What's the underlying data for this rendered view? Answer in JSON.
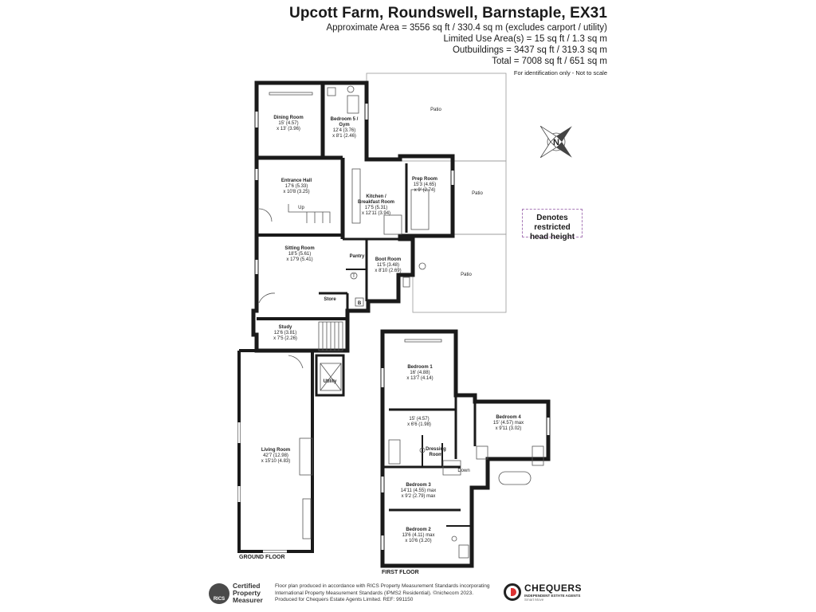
{
  "header": {
    "title": "Upcott Farm, Roundswell, Barnstaple, EX31",
    "lines": [
      "Approximate Area = 3556 sq ft / 330.4 sq m (excludes carport / utility)",
      "Limited Use Area(s) = 15 sq ft / 1.3 sq m",
      "Outbuildings = 3437 sq ft / 319.3 sq m",
      "Total = 7008 sq ft / 651 sq m"
    ],
    "note": "For identification only - Not to scale"
  },
  "legend": {
    "line1": "Denotes restricted",
    "line2": "head height"
  },
  "compass": {
    "letter": "N"
  },
  "ground_floor": {
    "label": "GROUND FLOOR",
    "patios": [
      "Patio",
      "Patio",
      "Patio"
    ],
    "rooms": {
      "dining": [
        "Dining Room",
        "15' (4.57)",
        "x 13' (3.96)"
      ],
      "bed5": [
        "Bedroom 5 /",
        "Gym",
        "12'4 (3.76)",
        "x 8'1 (2.46)"
      ],
      "hall": [
        "Entrance Hall",
        "17'6 (5.33)",
        "x 10'8 (3.25)"
      ],
      "kitchen": [
        "Kitchen /",
        "Breakfast Room",
        "17'5 (5.31)",
        "x 12'11 (3.94)"
      ],
      "prep": [
        "Prep Room",
        "15'3 (4.65)",
        "x 9' (2.74)"
      ],
      "sitting": [
        "Sitting Room",
        "18'5 (5.61)",
        "x 17'9 (5.41)"
      ],
      "boot": [
        "Boot Room",
        "11'5 (3.48)",
        "x 8'10 (2.69)"
      ],
      "study": [
        "Study",
        "12'6 (3.81)",
        "x 7'5 (2.26)"
      ],
      "living": [
        "Living Room",
        "42'7 (12.98)",
        "x 15'10 (4.83)"
      ]
    },
    "small": {
      "up": "Up",
      "pantry": "Pantry",
      "store": "Store",
      "utility": "Utility",
      "t": "T",
      "b": "B"
    }
  },
  "first_floor": {
    "label": "FIRST FLOOR",
    "rooms": {
      "bed1": [
        "Bedroom 1",
        "16' (4.88)",
        "x 13'7 (4.14)"
      ],
      "landing": [
        "15' (4.57)",
        "x 6'6 (1.98)"
      ],
      "bed4": [
        "Bedroom 4",
        "15' (4.57) max",
        "x 9'11 (3.02)"
      ],
      "dressing": [
        "Dressing",
        "Room"
      ],
      "bed3": [
        "Bedroom 3",
        "14'11 (4.55) max",
        "x 9'2 (2.79) max"
      ],
      "bed2": [
        "Bedroom 2",
        "13'6 (4.11) max",
        "x 10'6 (3.20)"
      ]
    },
    "small": {
      "down": "Down"
    }
  },
  "footer": {
    "rics_logo": "RICS",
    "rics_lines": [
      "Certified",
      "Property",
      "Measurer"
    ],
    "note_lines": [
      "Floor plan produced in accordance with RICS Property Measurement Standards incorporating",
      "International Property Measurement Standards (IPMS2 Residential). ©nichecom 2023.",
      "Produced for Chequers Estate Agents Limited.   REF: 991150"
    ],
    "brand": {
      "name": "CHEQUERS",
      "sub": "INDEPENDENT ESTATE AGENTS",
      "tag": "Smart Move"
    }
  },
  "colors": {
    "wall": "#1a1a1a",
    "patio": "#999999",
    "legend_border": "#a97bb8",
    "brand_red": "#dd3333"
  }
}
